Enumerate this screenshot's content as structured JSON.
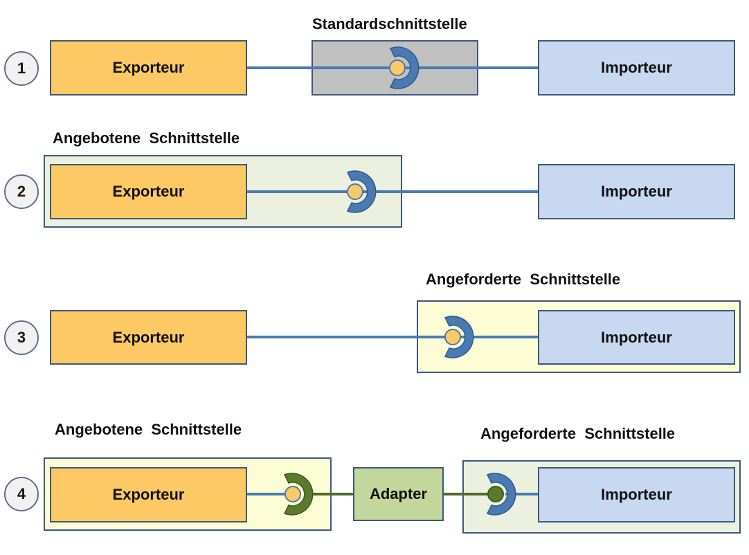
{
  "rows": [
    {
      "number": "1",
      "exporter": "Exporteur",
      "importer": "Importeur",
      "interface_label": "Standardschnittstelle"
    },
    {
      "number": "2",
      "exporter": "Exporteur",
      "importer": "Importeur",
      "interface_label": "Angebotene  Schnittstelle"
    },
    {
      "number": "3",
      "exporter": "Exporteur",
      "importer": "Importeur",
      "interface_label": "Angeforderte  Schnittstelle"
    },
    {
      "number": "4",
      "exporter": "Exporteur",
      "importer": "Importeur",
      "adapter": "Adapter",
      "offered_label": "Angebotene  Schnittstelle",
      "required_label": "Angeforderte  Schnittstelle"
    }
  ],
  "colors": {
    "exporter_fill": "#fcc964",
    "importer_fill": "#c8d8f0",
    "standard_interface_fill": "#c0c0c0",
    "offered_area_fill": "#ebf1de",
    "required_area_fill": "#fdfdd5",
    "adapter_fill": "#c3d69b",
    "connector_blue": "#4a7ab3",
    "connector_green": "#5c7a2e",
    "ball_fill": "#fcc964"
  },
  "icons": [
    "socket-icon",
    "ball-icon"
  ]
}
